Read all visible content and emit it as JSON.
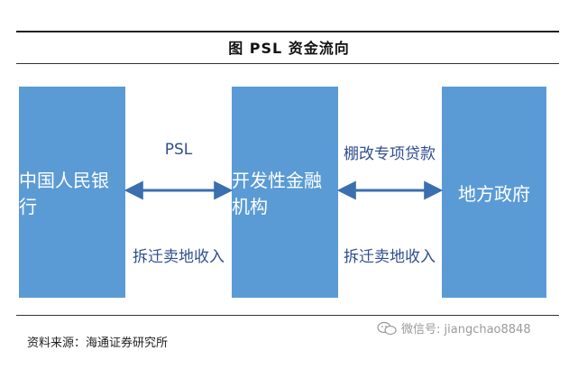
{
  "title": "图  PSL 资金流向",
  "nodes": {
    "left": "中国人民银行",
    "center": "开发性金融机构",
    "right": "地方政府"
  },
  "edges": {
    "left_top": "PSL",
    "left_bottom": "拆迁卖地收入",
    "right_top": "棚改专项贷款",
    "right_bottom": "拆迁卖地收入"
  },
  "source": "资料来源：海通证券研究所",
  "watermark": "微信号: jiangchao8848",
  "colors": {
    "box_fill": "#5b9bd5",
    "box_text": "#ffffff",
    "arrow": "#3a6fb0",
    "edge_label": "#2f4f8f"
  }
}
